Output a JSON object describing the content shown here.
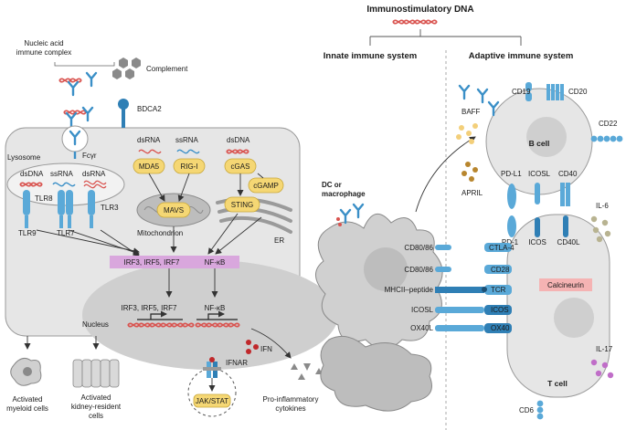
{
  "header": {
    "title": "Immunostimulatory DNA",
    "innate": "Innate immune system",
    "adaptive": "Adaptive immune system"
  },
  "left": {
    "nucleic_complex": [
      "Nucleic acid",
      "immune complex"
    ],
    "complement": "Complement",
    "bdca2": "BDCA2",
    "fcgr": "Fcγr",
    "lysosome": "Lysosome",
    "tlr_ligands": [
      "dsDNA",
      "ssRNA",
      "dsRNA"
    ],
    "tlr9": "TLR9",
    "tlr8": "TLR8",
    "tlr7": "TLR7",
    "tlr3": "TLR3",
    "cyto_ligands": [
      "dsRNA",
      "ssRNA",
      "dsDNA"
    ],
    "mda5": "MDA5",
    "rig1": "RIG-I",
    "cgas": "cGAS",
    "cgamp": "cGAMP",
    "mavs": "MAVS",
    "sting": "STING",
    "mitochondrion": "Mitochondrion",
    "er": "ER",
    "irf_box": "IRF3, IRF5, IRF7",
    "nfkb_box": "NF-κB",
    "nuc_irf": "IRF3, IRF5, IRF7",
    "nuc_nfkb": "NF-κB",
    "nucleus": "Nucleus",
    "ifn": "IFN",
    "ifnar": "IFNAR",
    "jakstat": "JAK/STAT",
    "myeloid": [
      "Activated",
      "myeloid cells"
    ],
    "kidney": [
      "Activated",
      "kidney-resident",
      "cells"
    ],
    "cytokines": [
      "Pro-inflammatory",
      "cytokines"
    ]
  },
  "right": {
    "dc": [
      "DC or",
      "macrophage"
    ],
    "baff": "BAFF",
    "april": "APRIL",
    "cd19": "CD19",
    "cd20": "CD20",
    "cd22": "CD22",
    "bcell": "B cell",
    "pdl1": "PD-L1",
    "icosl_b": "ICOSL",
    "cd40": "CD40",
    "pd1": "PD-1",
    "icos_t": "ICOS",
    "cd40l": "CD40L",
    "il6": "IL-6",
    "dc_labels": [
      "CD80/86",
      "CD80/86",
      "MHCII–peptide",
      "ICOSL",
      "OX40L"
    ],
    "t_labels": [
      "CTLA-4",
      "CD28",
      "TCR",
      "ICOS",
      "OX40"
    ],
    "calcineurin": "Calcineurin",
    "tcell": "T cell",
    "il17": "IL-17",
    "cd6": "CD6"
  },
  "colors": {
    "receptor": "#5aa9d8",
    "receptor_dark": "#2f7fb5",
    "cell_fill": "#e6e6e6",
    "cell_stroke": "#9a9a9a",
    "dna": "#d9534f",
    "yellow": "#f5d774",
    "purple_box": "#d9a7dd",
    "pink_box": "#f5b3b3",
    "baff": "#f3cf7a",
    "april": "#b8862e",
    "il6": "#b8b391",
    "il17": "#c06ec8",
    "ifn": "#c0282b"
  }
}
